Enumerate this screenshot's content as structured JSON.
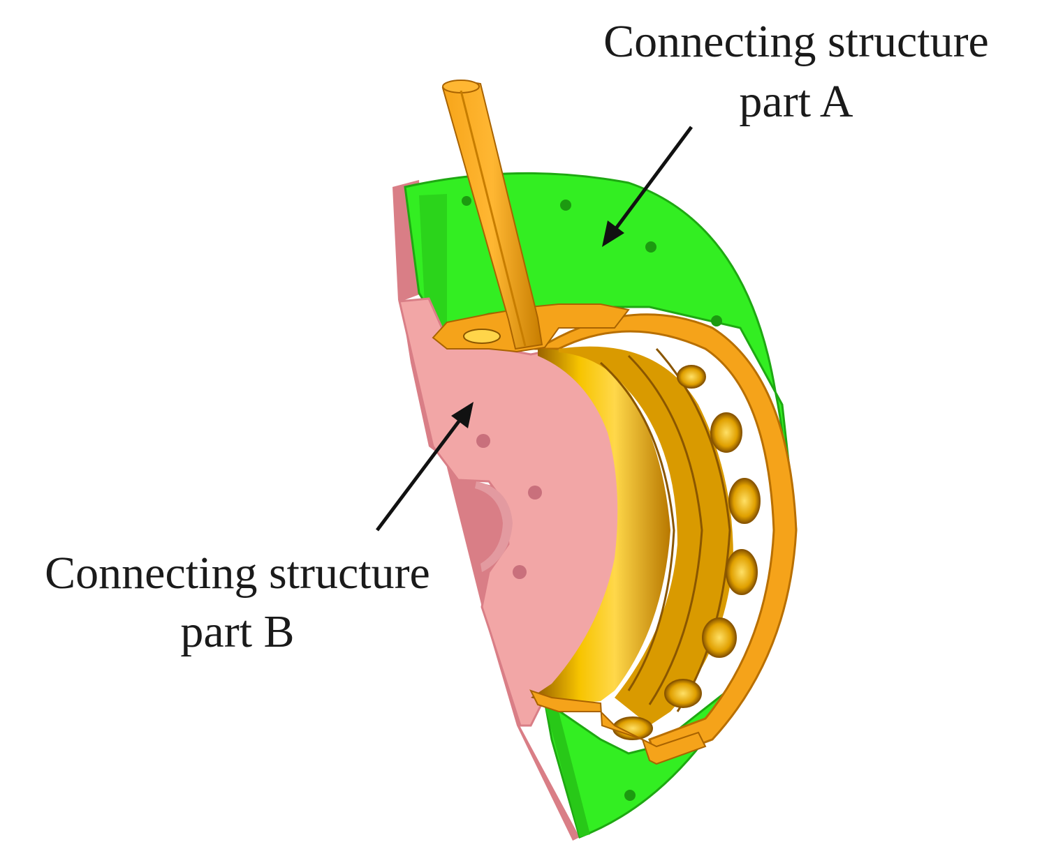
{
  "labels": {
    "part_a": {
      "line1": "Connecting structure",
      "line2": "part A"
    },
    "part_b": {
      "line1": "Connecting structure",
      "line2": "part B"
    }
  },
  "colors": {
    "part_a_green": "#33ee22",
    "part_a_edge": "#1ea812",
    "part_b_pink": "#f2a6a6",
    "part_b_edge": "#d97e86",
    "bearing_orange": "#f5a31a",
    "bearing_gold": "#e0a200",
    "bearing_dark": "#9c6500",
    "arrow": "#111111",
    "text": "#1a1a1a"
  }
}
